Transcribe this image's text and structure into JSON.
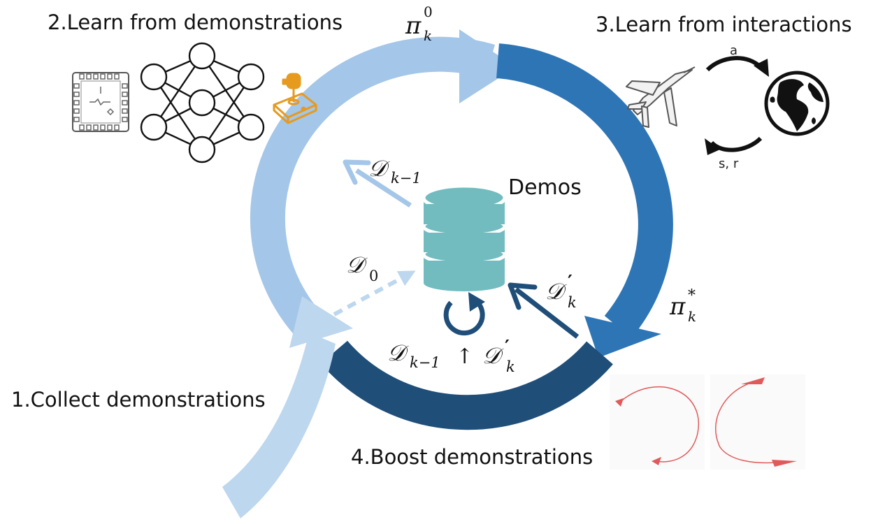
{
  "steps": {
    "collect": "1.Collect demonstrations",
    "learn_demos": "2.Learn from demonstrations",
    "learn_interactions": "3.Learn from interactions",
    "boost": "4.Boost demonstrations"
  },
  "center": {
    "db_label": "Demos"
  },
  "math": {
    "pi_sym": "π",
    "pi0_sup": "0",
    "pi0_sub": "k",
    "pistar_sup": "*",
    "pistar_sub": "k",
    "d_sym": "𝒟",
    "d_prev_sub": "k−1",
    "d0_sub": "0",
    "d_prime_sup": "′",
    "d_prime_sub": "k",
    "merge_op": "↑"
  },
  "interaction": {
    "action": "a",
    "feedback": "s, r"
  },
  "icons": [
    "cockpit-instrument-icon",
    "neural-network-icon",
    "joystick-icon",
    "fighter-jet-icon",
    "globe-icon",
    "database-icon",
    "refresh-loop-icon",
    "trajectory-plot-icon"
  ],
  "colors": {
    "arc_light": "#a4c6e8",
    "arc_mid": "#2e75b6",
    "arc_dark": "#1f4e79",
    "collect_arrow": "#bdd7ee",
    "database": "#72bcc0",
    "joystick": "#e69a1e",
    "trajectory": "#e05a5a"
  }
}
